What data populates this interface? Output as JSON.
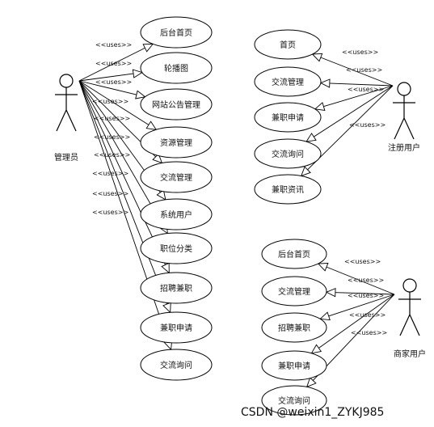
{
  "uses_label": "<<uses>>",
  "watermark": "CSDN @weixin1_ZYKJ985",
  "actors": [
    {
      "name": "管理员",
      "use_cases": [
        "后台首页",
        "轮播图",
        "网站公告管理",
        "资源管理",
        "交流管理",
        "系统用户",
        "职位分类",
        "招聘兼职",
        "兼职申请",
        "交流询问"
      ]
    },
    {
      "name": "注册用户",
      "use_cases": [
        "首页",
        "交流管理",
        "兼职申请",
        "交流询问",
        "兼职资讯"
      ]
    },
    {
      "name": "商家用户",
      "use_cases": [
        "后台首页",
        "交流管理",
        "招聘兼职",
        "兼职申请",
        "交流询问"
      ]
    }
  ]
}
